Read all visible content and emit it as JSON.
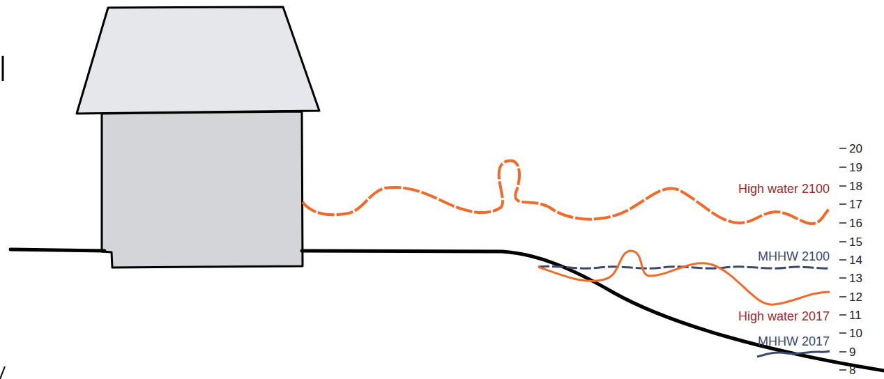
{
  "diagram": {
    "labels": [
      "High water 2100",
      "MHHW 2100",
      "High water 2017",
      "MHHW 2017",
      "20",
      "19",
      "18",
      "17",
      "16",
      "15",
      "14",
      "13",
      "12",
      "11",
      "10",
      "9",
      "8"
    ]
  }
}
